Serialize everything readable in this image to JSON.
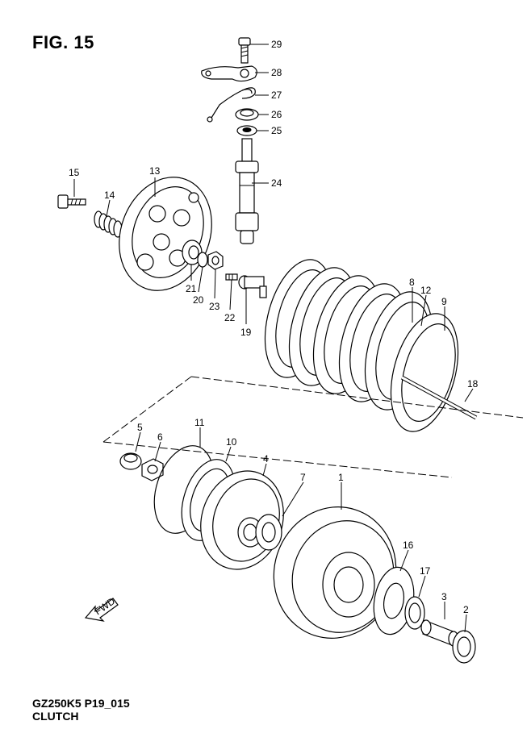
{
  "figure": {
    "title": "FIG. 15",
    "model_code": "GZ250K5 P19_015",
    "section_name": "CLUTCH",
    "fwd_marker": "FWD"
  },
  "callouts": [
    {
      "id": "c29",
      "number": "29",
      "part": "bolt"
    },
    {
      "id": "c28",
      "number": "28",
      "part": "release-arm"
    },
    {
      "id": "c27",
      "number": "27",
      "part": "return-spring"
    },
    {
      "id": "c26",
      "number": "26",
      "part": "oil-seal"
    },
    {
      "id": "c25",
      "number": "25",
      "part": "washer"
    },
    {
      "id": "c24",
      "number": "24",
      "part": "release-camshaft"
    },
    {
      "id": "c15",
      "number": "15",
      "part": "spring-bolt"
    },
    {
      "id": "c13",
      "number": "13",
      "part": "pressure-plate"
    },
    {
      "id": "c14",
      "number": "14",
      "part": "clutch-spring"
    },
    {
      "id": "c21",
      "number": "21",
      "part": "bearing"
    },
    {
      "id": "c20",
      "number": "20",
      "part": "washer"
    },
    {
      "id": "c23",
      "number": "23",
      "part": "nut"
    },
    {
      "id": "c22",
      "number": "22",
      "part": "adjusting-screw"
    },
    {
      "id": "c19",
      "number": "19",
      "part": "push-piece"
    },
    {
      "id": "c8",
      "number": "8",
      "part": "drive-plate"
    },
    {
      "id": "c12",
      "number": "12",
      "part": "driven-plate"
    },
    {
      "id": "c9",
      "number": "9",
      "part": "drive-plate"
    },
    {
      "id": "c18",
      "number": "18",
      "part": "push-rod"
    },
    {
      "id": "c11",
      "number": "11",
      "part": "wire-ring"
    },
    {
      "id": "c10",
      "number": "10",
      "part": "spring-washer"
    },
    {
      "id": "c5",
      "number": "5",
      "part": "hub-nut"
    },
    {
      "id": "c6",
      "number": "6",
      "part": "lock-washer"
    },
    {
      "id": "c4",
      "number": "4",
      "part": "clutch-sleeve-hub"
    },
    {
      "id": "c7",
      "number": "7",
      "part": "thrust-washer"
    },
    {
      "id": "c1",
      "number": "1",
      "part": "primary-driven-gear"
    },
    {
      "id": "c16",
      "number": "16",
      "part": "oil-pump-gear"
    },
    {
      "id": "c17",
      "number": "17",
      "part": "thrust-washer"
    },
    {
      "id": "c3",
      "number": "3",
      "part": "spacer"
    },
    {
      "id": "c2",
      "number": "2",
      "part": "thrust-washer"
    }
  ]
}
